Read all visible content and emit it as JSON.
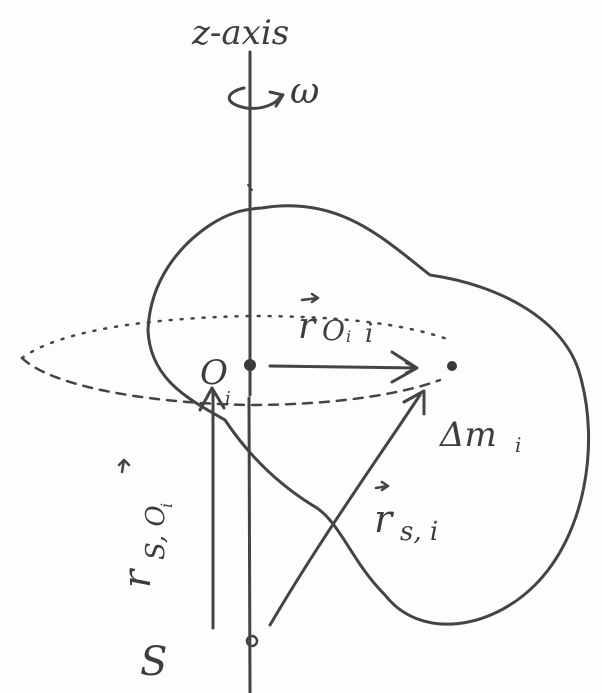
{
  "diagram": {
    "axis_label": "z-axis",
    "omega_label": "ω",
    "origin_label": "O",
    "origin_sub": "i",
    "r_oi_main": "r",
    "r_oi_sub": "O",
    "r_oi_sub2": "i",
    "r_oi_sub_end": "i",
    "mass_label": "Δm",
    "mass_sub": "i",
    "r_si_main": "r",
    "r_si_sub": "s, i",
    "r_so_main": "r",
    "r_so_sub": "S, O",
    "r_so_sub2": "i",
    "point_s_label": "S"
  },
  "colors": {
    "ink": "#444444",
    "paper": "#fdfdfc"
  }
}
